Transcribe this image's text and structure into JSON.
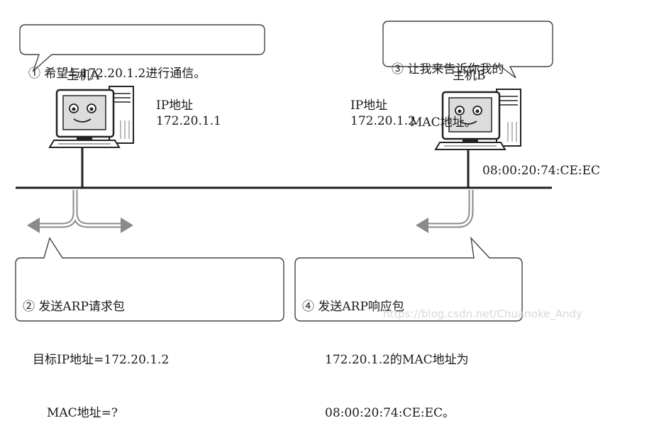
{
  "bubbles": {
    "step1": {
      "lines": [
        "① 希望与172.20.1.2进行通信。"
      ]
    },
    "step3": {
      "lines": [
        "③ 让我来告诉你我的",
        "MAC地址。"
      ]
    },
    "step2": {
      "lines": [
        "② 发送ARP请求包",
        "目标IP地址=172.20.1.2",
        "MAC地址=?"
      ]
    },
    "step4": {
      "lines": [
        "④ 发送ARP响应包",
        "172.20.1.2的MAC地址为",
        "08:00:20:74:CE:EC。"
      ]
    }
  },
  "hostA": {
    "name": "主机A",
    "ip_label": "IP地址",
    "ip": "172.20.1.1"
  },
  "hostB": {
    "name": "主机B",
    "ip_label": "IP地址",
    "ip": "172.20.1.2",
    "mac": "08:00:20:74:CE:EC"
  },
  "watermark": "https://blog.csdn.net/Chuanoke_Andy",
  "colors": {
    "line": "#222222",
    "arrow": "#8a8a8a",
    "bubble_border": "#444444",
    "screen": "#dcdcdc"
  }
}
